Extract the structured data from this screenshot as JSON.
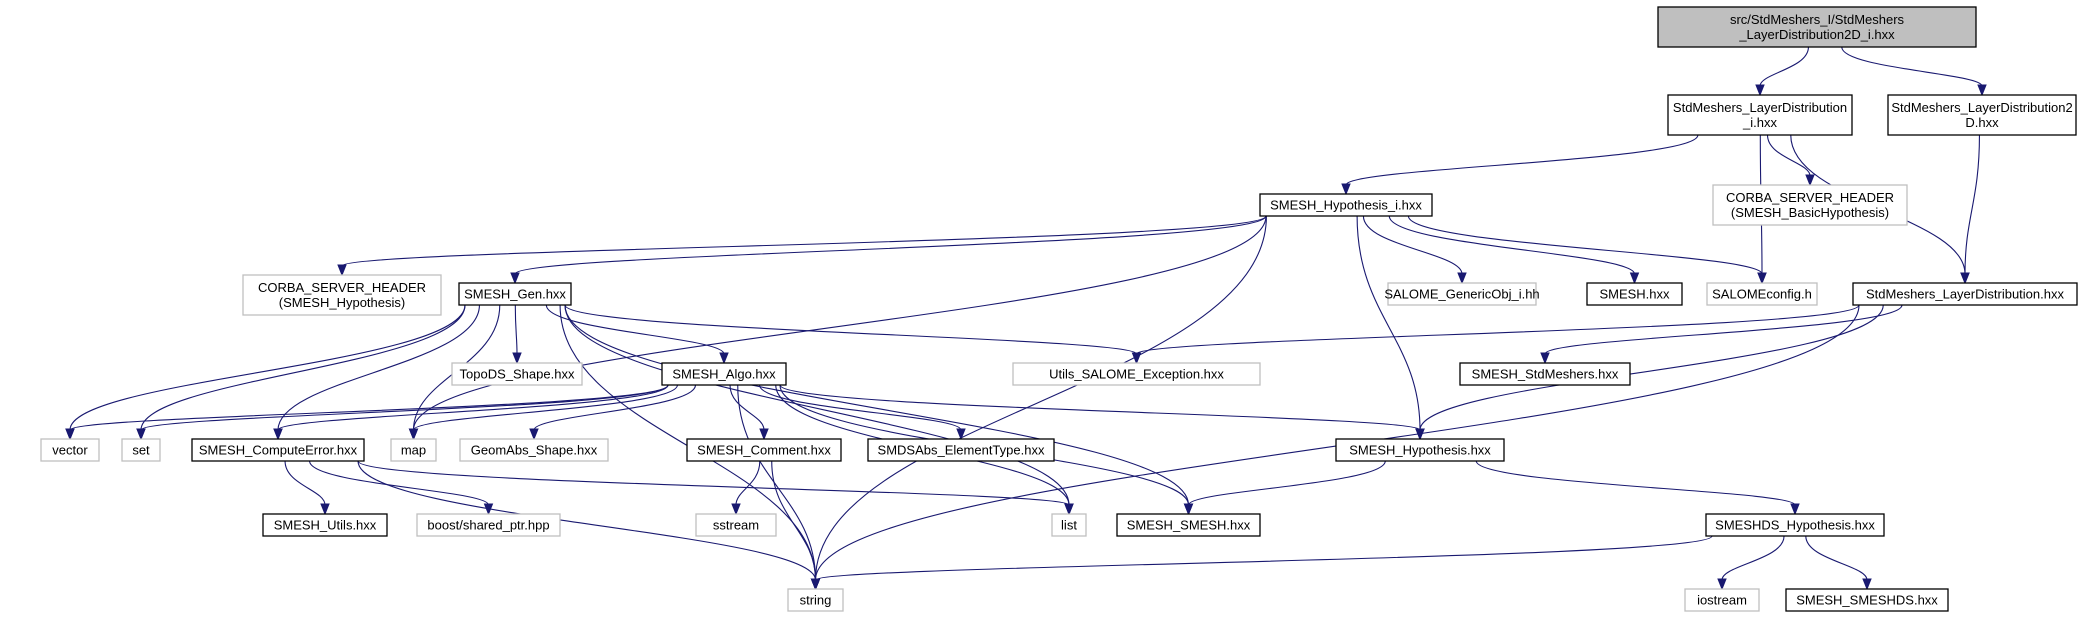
{
  "diagram": {
    "title": "Include dependency graph for StdMeshers_LayerDistribution2D_i.hxx",
    "colors": {
      "edge": "#191970",
      "root_fill": "#bfbfbf",
      "gray_border": "#bfbfbf",
      "solid_border": "#000000"
    },
    "nodes": [
      {
        "id": "root",
        "lines": [
          "src/StdMeshers_I/StdMeshers",
          "_LayerDistribution2D_i.hxx"
        ],
        "style": "root"
      },
      {
        "id": "ld_i",
        "lines": [
          "StdMeshers_LayerDistribution",
          "_i.hxx"
        ],
        "style": "solid"
      },
      {
        "id": "ld2d",
        "lines": [
          "StdMeshers_LayerDistribution2",
          "D.hxx"
        ],
        "style": "solid"
      },
      {
        "id": "hyp_i",
        "lines": [
          "SMESH_Hypothesis_i.hxx"
        ],
        "style": "solid"
      },
      {
        "id": "corba_basic",
        "lines": [
          "CORBA_SERVER_HEADER",
          "(SMESH_BasicHypothesis)"
        ],
        "style": "gray"
      },
      {
        "id": "corba_hyp",
        "lines": [
          "CORBA_SERVER_HEADER",
          "(SMESH_Hypothesis)"
        ],
        "style": "gray"
      },
      {
        "id": "gen",
        "lines": [
          "SMESH_Gen.hxx"
        ],
        "style": "solid"
      },
      {
        "id": "genobj",
        "lines": [
          "SALOME_GenericObj_i.hh"
        ],
        "style": "gray"
      },
      {
        "id": "smesh",
        "lines": [
          "SMESH.hxx"
        ],
        "style": "solid"
      },
      {
        "id": "salomeconfig",
        "lines": [
          "SALOMEconfig.h"
        ],
        "style": "gray"
      },
      {
        "id": "ld",
        "lines": [
          "StdMeshers_LayerDistribution.hxx"
        ],
        "style": "solid"
      },
      {
        "id": "topods",
        "lines": [
          "TopoDS_Shape.hxx"
        ],
        "style": "gray"
      },
      {
        "id": "utils_exc",
        "lines": [
          "Utils_SALOME_Exception.hxx"
        ],
        "style": "gray"
      },
      {
        "id": "stdmeshers",
        "lines": [
          "SMESH_StdMeshers.hxx"
        ],
        "style": "solid"
      },
      {
        "id": "algo",
        "lines": [
          "SMESH_Algo.hxx"
        ],
        "style": "solid"
      },
      {
        "id": "vector",
        "lines": [
          "vector"
        ],
        "style": "gray"
      },
      {
        "id": "set",
        "lines": [
          "set"
        ],
        "style": "gray"
      },
      {
        "id": "computeerror",
        "lines": [
          "SMESH_ComputeError.hxx"
        ],
        "style": "solid"
      },
      {
        "id": "map",
        "lines": [
          "map"
        ],
        "style": "gray"
      },
      {
        "id": "geomabs",
        "lines": [
          "GeomAbs_Shape.hxx"
        ],
        "style": "gray"
      },
      {
        "id": "comment",
        "lines": [
          "SMESH_Comment.hxx"
        ],
        "style": "solid"
      },
      {
        "id": "smdsabs",
        "lines": [
          "SMDSAbs_ElementType.hxx"
        ],
        "style": "solid"
      },
      {
        "id": "hyp",
        "lines": [
          "SMESH_Hypothesis.hxx"
        ],
        "style": "solid"
      },
      {
        "id": "utilsh",
        "lines": [
          "SMESH_Utils.hxx"
        ],
        "style": "solid"
      },
      {
        "id": "shared_ptr",
        "lines": [
          "boost/shared_ptr.hpp"
        ],
        "style": "gray"
      },
      {
        "id": "list",
        "lines": [
          "list"
        ],
        "style": "gray"
      },
      {
        "id": "smesh_smesh",
        "lines": [
          "SMESH_SMESH.hxx"
        ],
        "style": "solid"
      },
      {
        "id": "smeshds_hyp",
        "lines": [
          "SMESHDS_Hypothesis.hxx"
        ],
        "style": "solid"
      },
      {
        "id": "sstream",
        "lines": [
          "sstream"
        ],
        "style": "gray"
      },
      {
        "id": "string",
        "lines": [
          "string"
        ],
        "style": "gray"
      },
      {
        "id": "iostream",
        "lines": [
          "iostream"
        ],
        "style": "gray"
      },
      {
        "id": "smeshds",
        "lines": [
          "SMESH_SMESHDS.hxx"
        ],
        "style": "solid"
      }
    ],
    "edges": [
      [
        "root",
        "ld_i"
      ],
      [
        "root",
        "ld2d"
      ],
      [
        "ld_i",
        "hyp_i"
      ],
      [
        "ld_i",
        "corba_basic"
      ],
      [
        "ld_i",
        "salomeconfig"
      ],
      [
        "ld_i",
        "ld"
      ],
      [
        "ld2d",
        "ld"
      ],
      [
        "hyp_i",
        "corba_hyp"
      ],
      [
        "hyp_i",
        "gen"
      ],
      [
        "hyp_i",
        "genobj"
      ],
      [
        "hyp_i",
        "smesh"
      ],
      [
        "hyp_i",
        "salomeconfig"
      ],
      [
        "hyp_i",
        "hyp"
      ],
      [
        "hyp_i",
        "string"
      ],
      [
        "hyp_i",
        "map"
      ],
      [
        "ld",
        "utils_exc"
      ],
      [
        "ld",
        "stdmeshers"
      ],
      [
        "ld",
        "hyp"
      ],
      [
        "ld",
        "string"
      ],
      [
        "gen",
        "topods"
      ],
      [
        "gen",
        "utils_exc"
      ],
      [
        "gen",
        "algo"
      ],
      [
        "gen",
        "vector"
      ],
      [
        "gen",
        "set"
      ],
      [
        "gen",
        "map"
      ],
      [
        "gen",
        "computeerror"
      ],
      [
        "gen",
        "list"
      ],
      [
        "gen",
        "smesh_smesh"
      ],
      [
        "gen",
        "string"
      ],
      [
        "algo",
        "vector"
      ],
      [
        "algo",
        "set"
      ],
      [
        "algo",
        "map"
      ],
      [
        "algo",
        "computeerror"
      ],
      [
        "algo",
        "geomabs"
      ],
      [
        "algo",
        "comment"
      ],
      [
        "algo",
        "smdsabs"
      ],
      [
        "algo",
        "hyp"
      ],
      [
        "algo",
        "list"
      ],
      [
        "algo",
        "smesh_smesh"
      ],
      [
        "algo",
        "string"
      ],
      [
        "computeerror",
        "utilsh"
      ],
      [
        "computeerror",
        "shared_ptr"
      ],
      [
        "computeerror",
        "list"
      ],
      [
        "computeerror",
        "string"
      ],
      [
        "comment",
        "sstream"
      ],
      [
        "comment",
        "string"
      ],
      [
        "hyp",
        "smesh_smesh"
      ],
      [
        "hyp",
        "smeshds_hyp"
      ],
      [
        "smeshds_hyp",
        "string"
      ],
      [
        "smeshds_hyp",
        "iostream"
      ],
      [
        "smeshds_hyp",
        "smeshds"
      ]
    ]
  }
}
